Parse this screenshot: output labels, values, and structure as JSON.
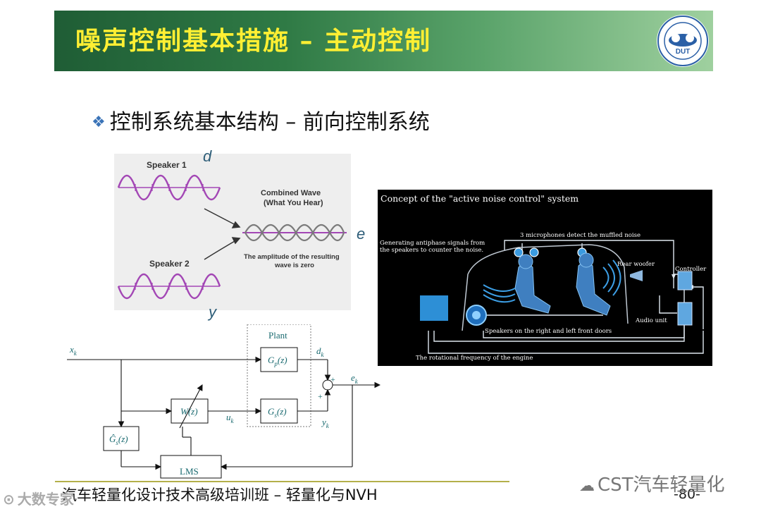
{
  "slide": {
    "title": "噪声控制基本措施 – 主动控制",
    "heading": "控制系统基本结构 – 前向控制系统",
    "heading_bullet": "❖",
    "page_number": "-80-",
    "footer": "汽车轻量化设计技术高级培训班 – 轻量化与NVH"
  },
  "logo": {
    "center_text": "DUT"
  },
  "wave_figure": {
    "speaker1": "Speaker 1",
    "speaker2": "Speaker 2",
    "combined_line1": "Combined Wave",
    "combined_line2": "(What You Hear)",
    "amplitude_line1": "The amplitude of the resulting",
    "amplitude_line2": "wave is zero",
    "sym_d": "d",
    "sym_e": "e",
    "sym_y": "y"
  },
  "anc_panel": {
    "title": "Concept of the \"active noise control\" system",
    "generating_line1": "Generating antiphase signals from",
    "generating_line2": "the speakers to counter the noise.",
    "microphones": "3 microphones detect the muffled noise",
    "rear_woofer": "Rear woofer",
    "controller": "Controller",
    "audio_unit": "Audio unit",
    "speakers": "Speakers on the right and left front doors",
    "rotational": "The rotational frequency of the engine"
  },
  "block_diagram": {
    "plant": "Plant",
    "xk": "x",
    "xk_sub": "k",
    "dk": "d",
    "dk_sub": "k",
    "ek": "e",
    "ek_sub": "k",
    "uk": "u",
    "uk_sub": "k",
    "yk": "y",
    "yk_sub": "k",
    "gp_main": "G",
    "gp_sub": "p",
    "gp_arg": "(z)",
    "gs_main": "G",
    "gs_sub": "s",
    "gs_arg": "(z)",
    "w_main": "W",
    "w_arg": "(z)",
    "ghat_main": "Ĝ",
    "ghat_sub": "s",
    "ghat_arg": "(z)",
    "lms": "LMS",
    "plus1": "+",
    "plus2": "+"
  },
  "watermarks": {
    "right": "CST汽车轻量化",
    "left": "大数专家"
  },
  "colors": {
    "title_text": "#ffef33",
    "bar_start": "#1f5d35",
    "bar_end": "#9fd09f",
    "diagram_text": "#1a6a70"
  }
}
